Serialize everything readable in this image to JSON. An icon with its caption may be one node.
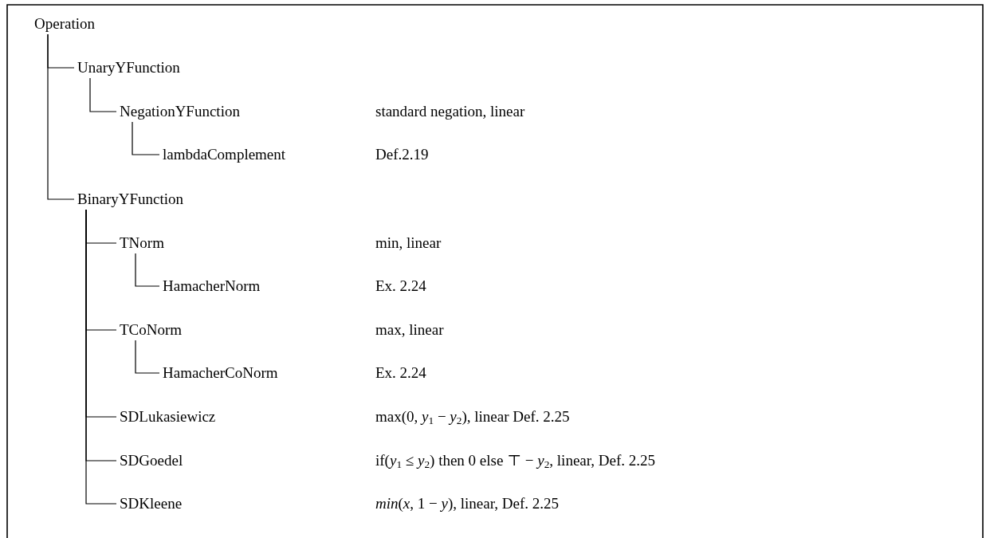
{
  "diagram": {
    "nodes": [
      {
        "text": [
          "Operation"
        ]
      },
      {
        "text": [
          "UnaryYFunction"
        ]
      },
      {
        "text": [
          "NegationYFunction"
        ]
      },
      {
        "text": [
          "lambdaComplement"
        ]
      },
      {
        "text": [
          "BinaryYFunction"
        ]
      },
      {
        "text": [
          "TNorm"
        ]
      },
      {
        "text": [
          "HamacherNorm"
        ]
      },
      {
        "text": [
          "TCoNorm"
        ]
      },
      {
        "text": [
          "HamacherCoNorm"
        ]
      },
      {
        "text": [
          "SDLukasiewicz"
        ]
      },
      {
        "text": [
          "SDGoedel"
        ]
      },
      {
        "text": [
          "SDKleene"
        ]
      }
    ],
    "edges": [
      {
        "from": 0,
        "to": 1,
        "arrow": "none"
      },
      {
        "from": 1,
        "to": 2,
        "arrow": "none"
      },
      {
        "from": 2,
        "to": 3,
        "arrow": "none"
      },
      {
        "from": 0,
        "to": 4,
        "arrow": "none"
      },
      {
        "from": 4,
        "to": 5,
        "arrow": "none"
      },
      {
        "from": 5,
        "to": 6,
        "arrow": "none"
      },
      {
        "from": 4,
        "to": 7,
        "arrow": "none"
      },
      {
        "from": 7,
        "to": 8,
        "arrow": "none"
      },
      {
        "from": 4,
        "to": 9,
        "arrow": "none"
      },
      {
        "from": 4,
        "to": 10,
        "arrow": "none"
      },
      {
        "from": 4,
        "to": 11,
        "arrow": "none"
      }
    ],
    "labels": [
      "standard negation, linear",
      "Def.2.19",
      "min, linear",
      "Ex. 2.24",
      "max, linear",
      "Ex. 2.24",
      "max(0, *y*$_{1}$ − *y*$_{2}$), linear Def. 2.25",
      "if(*y*$_{1}$ ≤ *y*$_{2}$) then 0 else ⊤ − *y*$_{2}$, linear, Def. 2.25",
      "*min*(*x*, 1 − *y*), linear, Def. 2.25"
    ]
  }
}
